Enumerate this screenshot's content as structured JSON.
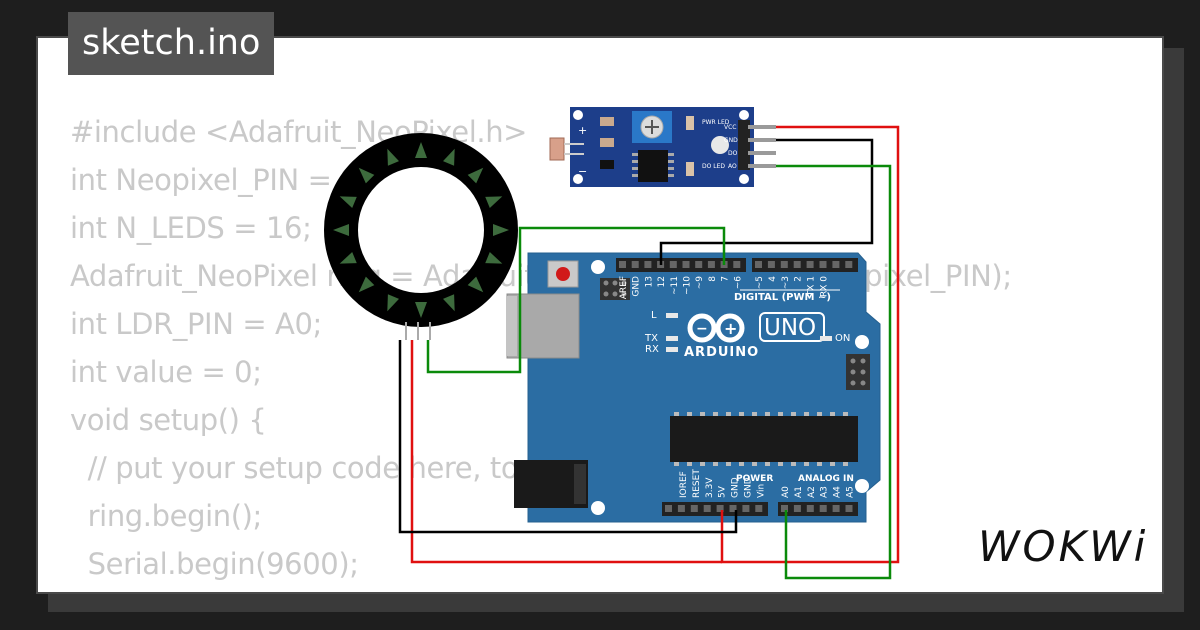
{
  "editor": {
    "filename": "sketch.ino",
    "code_lines": [
      "#include <Adafruit_NeoPixel.h>",
      "int Neopixel_PIN = 9;",
      "int N_LEDS = 16;",
      "Adafruit_NeoPixel ring = Adafruit_NeoPixel(N_LEDS, Neopixel_PIN);",
      "int LDR_PIN = A0;",
      "int value = 0;",
      "void setup() {",
      "  // put your setup code here, to run once:",
      "  ring.begin();",
      "  Serial.begin(9600);",
      "}"
    ]
  },
  "ldr_module": {
    "pins": [
      "VCC",
      "GND",
      "DO",
      "AO"
    ],
    "led_labels": [
      "PWR LED",
      "DO LED"
    ]
  },
  "arduino": {
    "model": "UNO",
    "brand": "ARDUINO",
    "digital_label": "DIGITAL (PWM ~)",
    "power_label": "POWER",
    "analog_label": "ANALOG IN",
    "status_labels": [
      "L",
      "TX",
      "RX",
      "ON"
    ],
    "digital_pins": [
      "AREF",
      "GND",
      "13",
      "12",
      "~11",
      "~10",
      "~9",
      "8",
      "7",
      "~6",
      "~5",
      "4",
      "~3",
      "2",
      "TX 1",
      "RX 0"
    ],
    "power_pins": [
      "IOREF",
      "RESET",
      "3.3V",
      "5V",
      "GND",
      "GND",
      "Vin"
    ],
    "analog_pins": [
      "A0",
      "A1",
      "A2",
      "A3",
      "A4",
      "A5"
    ]
  },
  "brand_logo": "WOKWi",
  "colors": {
    "board_blue": "#2b6da3",
    "wire_red": "#e01010",
    "wire_black": "#000000",
    "wire_green": "#0a8a0a",
    "module_blue": "#1d3e8a",
    "ring_led_green": "#3d6b3d"
  },
  "icons": {
    "ring": "neopixel-ring-icon",
    "ldr": "photoresistor-icon",
    "pot": "potentiometer-icon"
  }
}
